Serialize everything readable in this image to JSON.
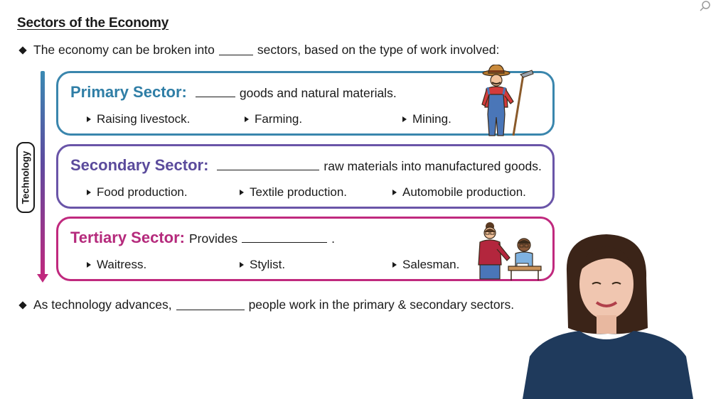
{
  "title": "Sectors of the Economy",
  "intro": {
    "before": "The economy can be broken into",
    "after": "sectors, based on the type of work involved:"
  },
  "technology_label": "Technology",
  "sectors": [
    {
      "name": "Primary Sector:",
      "description": "goods and natural materials.",
      "items": [
        "Raising livestock.",
        "Farming.",
        "Mining."
      ],
      "color": "#3a86ad",
      "illustration": "farmer-illustration"
    },
    {
      "name": "Secondary Sector:",
      "description": "raw materials into manufactured goods.",
      "items": [
        "Food production.",
        "Textile production.",
        "Automobile production."
      ],
      "color": "#5b4b9c"
    },
    {
      "name": "Tertiary Sector:",
      "description_prefix": "Provides",
      "description_suffix": ".",
      "items": [
        "Waitress.",
        "Stylist.",
        "Salesman."
      ],
      "color": "#b52a7c",
      "illustration": "teacher-student-illustration"
    }
  ],
  "outro": {
    "before": "As technology advances,",
    "after": "people work in the primary & secondary sectors."
  }
}
